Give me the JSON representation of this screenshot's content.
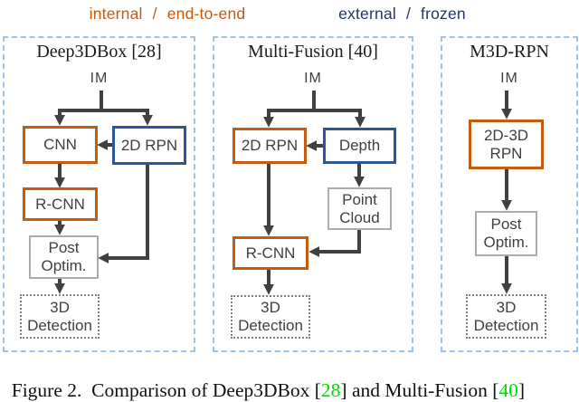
{
  "legend": {
    "internal": "internal",
    "slash": "/",
    "end_to_end": "end-to-end",
    "external": "external",
    "frozen": "frozen"
  },
  "colors": {
    "internal_orange": "#C55A11",
    "external_blue": "#1F3864",
    "node_blue": "#2E5597",
    "panel_border": "#9DC3E6",
    "arrow_gray": "#404040",
    "node_text": "#404040",
    "gray_box_border": "#ABABAB",
    "dotted_box_border": "#7F7F7F",
    "citation_green": "#00DD00"
  },
  "panels": [
    {
      "title": "Deep3DBox [28]",
      "input_label": "IM",
      "nodes": {
        "cnn": {
          "label": "CNN",
          "type": "internal"
        },
        "rpn2d": {
          "label": "2D RPN",
          "type": "external"
        },
        "rcnn": {
          "label": "R-CNN",
          "type": "internal"
        },
        "post_optim": {
          "label": "Post\nOptim.",
          "type": "plain"
        },
        "detection": {
          "label": "3D\nDetection",
          "type": "output"
        }
      }
    },
    {
      "title": "Multi-Fusion [40]",
      "input_label": "IM",
      "nodes": {
        "rpn2d": {
          "label": "2D RPN",
          "type": "internal"
        },
        "depth": {
          "label": "Depth",
          "type": "external"
        },
        "point_cloud": {
          "label": "Point\nCloud",
          "type": "plain"
        },
        "rcnn": {
          "label": "R-CNN",
          "type": "internal"
        },
        "detection": {
          "label": "3D\nDetection",
          "type": "output"
        }
      }
    },
    {
      "title": "M3D-RPN",
      "input_label": "IM",
      "nodes": {
        "rpn2d3d": {
          "label": "2D-3D\nRPN",
          "type": "internal"
        },
        "post_optim": {
          "label": "Post\nOptim.",
          "type": "plain"
        },
        "detection": {
          "label": "3D\nDetection",
          "type": "output"
        }
      }
    }
  ],
  "caption": {
    "prefix": "Figure 2.  Comparison of Deep3DBox [",
    "cite1": "28",
    "mid": "] and Multi-Fusion [",
    "cite2": "40",
    "suffix": "]"
  }
}
